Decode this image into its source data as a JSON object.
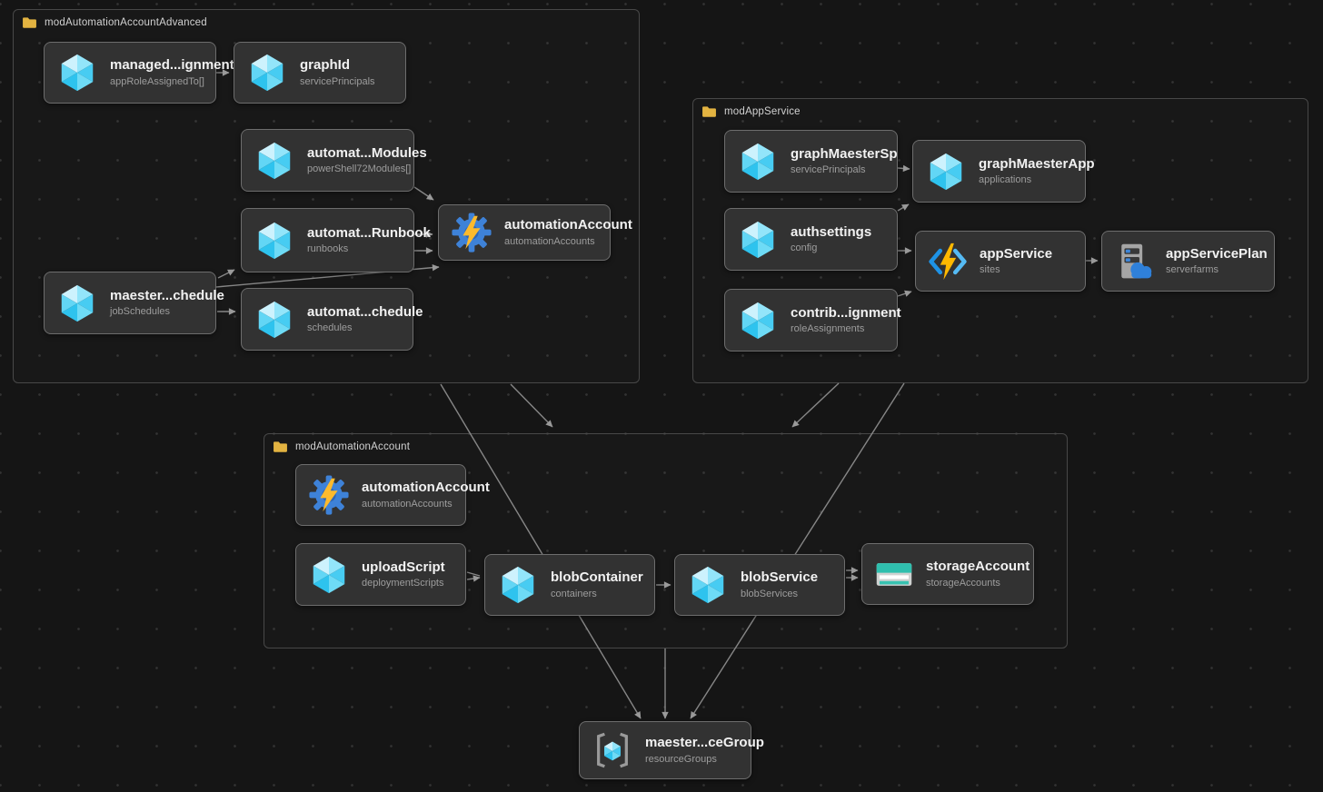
{
  "diagram": {
    "groups": [
      {
        "id": "modAutomationAccountAdvanced",
        "label": "modAutomationAccountAdvanced",
        "icon": "folder-icon",
        "nodes": [
          {
            "id": "managedAssignment",
            "icon": "arm-cube-icon",
            "title": "managed...ignment",
            "subtitle": "appRoleAssignedTo[]"
          },
          {
            "id": "graphId",
            "icon": "arm-cube-icon",
            "title": "graphId",
            "subtitle": "servicePrincipals"
          },
          {
            "id": "automationModules",
            "icon": "arm-cube-icon",
            "title": "automat...Modules",
            "subtitle": "powerShell72Modules[]"
          },
          {
            "id": "automationRunbook",
            "icon": "arm-cube-icon",
            "title": "automat...Runbook",
            "subtitle": "runbooks"
          },
          {
            "id": "maesterSchedule",
            "icon": "arm-cube-icon",
            "title": "maester...chedule",
            "subtitle": "jobSchedules"
          },
          {
            "id": "automationSchedule",
            "icon": "arm-cube-icon",
            "title": "automat...chedule",
            "subtitle": "schedules"
          },
          {
            "id": "automationAccountAdv",
            "icon": "automation-account-icon",
            "title": "automationAccount",
            "subtitle": "automationAccounts"
          }
        ]
      },
      {
        "id": "modAppService",
        "label": "modAppService",
        "icon": "folder-icon",
        "nodes": [
          {
            "id": "graphMaesterSp",
            "icon": "arm-cube-icon",
            "title": "graphMaesterSp",
            "subtitle": "servicePrincipals"
          },
          {
            "id": "graphMaesterApp",
            "icon": "arm-cube-icon",
            "title": "graphMaesterApp",
            "subtitle": "applications"
          },
          {
            "id": "authsettings",
            "icon": "arm-cube-icon",
            "title": "authsettings",
            "subtitle": "config"
          },
          {
            "id": "appService",
            "icon": "app-service-icon",
            "title": "appService",
            "subtitle": "sites"
          },
          {
            "id": "appServicePlan",
            "icon": "app-service-plan-icon",
            "title": "appServicePlan",
            "subtitle": "serverfarms"
          },
          {
            "id": "contribAssignment",
            "icon": "arm-cube-icon",
            "title": "contrib...ignment",
            "subtitle": "roleAssignments"
          }
        ]
      },
      {
        "id": "modAutomationAccount",
        "label": "modAutomationAccount",
        "icon": "folder-icon",
        "nodes": [
          {
            "id": "automationAccountMain",
            "icon": "automation-account-icon",
            "title": "automationAccount",
            "subtitle": "automationAccounts"
          },
          {
            "id": "uploadScript",
            "icon": "arm-cube-icon",
            "title": "uploadScript",
            "subtitle": "deploymentScripts"
          },
          {
            "id": "blobContainer",
            "icon": "arm-cube-icon",
            "title": "blobContainer",
            "subtitle": "containers"
          },
          {
            "id": "blobService",
            "icon": "arm-cube-icon",
            "title": "blobService",
            "subtitle": "blobServices"
          },
          {
            "id": "storageAccount",
            "icon": "storage-account-icon",
            "title": "storageAccount",
            "subtitle": "storageAccounts"
          }
        ]
      }
    ],
    "nodes": [
      {
        "id": "maesterResourceGroup",
        "icon": "resource-group-icon",
        "title": "maester...ceGroup",
        "subtitle": "resourceGroups"
      }
    ],
    "edges": [
      {
        "from": "managedAssignment",
        "to": "graphId"
      },
      {
        "from": "automationModules",
        "to": "automationAccountAdv"
      },
      {
        "from": "automationRunbook",
        "to": "automationAccountAdv"
      },
      {
        "from": "automationRunbook",
        "to": "automationAccountAdv"
      },
      {
        "from": "maesterSchedule",
        "to": "automationRunbook"
      },
      {
        "from": "maesterSchedule",
        "to": "automationAccountAdv"
      },
      {
        "from": "maesterSchedule",
        "to": "automationSchedule"
      },
      {
        "from": "graphMaesterSp",
        "to": "graphMaesterApp"
      },
      {
        "from": "authsettings",
        "to": "graphMaesterApp"
      },
      {
        "from": "authsettings",
        "to": "appService"
      },
      {
        "from": "contribAssignment",
        "to": "appService"
      },
      {
        "from": "appService",
        "to": "appServicePlan"
      },
      {
        "from": "uploadScript",
        "to": "blobContainer"
      },
      {
        "from": "blobContainer",
        "to": "blobService"
      },
      {
        "from": "blobService",
        "to": "storageAccount"
      },
      {
        "from": "modAutomationAccountAdvanced",
        "to": "modAutomationAccount"
      },
      {
        "from": "modAppService",
        "to": "modAutomationAccount"
      },
      {
        "from": "modAutomationAccountAdvanced",
        "to": "maesterResourceGroup"
      },
      {
        "from": "modAppService",
        "to": "maesterResourceGroup"
      },
      {
        "from": "modAutomationAccount",
        "to": "maesterResourceGroup"
      }
    ]
  },
  "colors": {
    "canvas_bg": "#151515",
    "node_bg": "#323232",
    "node_border": "#6d6d6d",
    "group_border": "#484848",
    "edge": "#8d8d8d",
    "folder_yellow": "#e3b341",
    "cube_cyan": "#47ccf2",
    "automation_blue": "#3e82d8",
    "bolt_yellow": "#fcba2d",
    "storage_teal": "#2fbfae"
  }
}
